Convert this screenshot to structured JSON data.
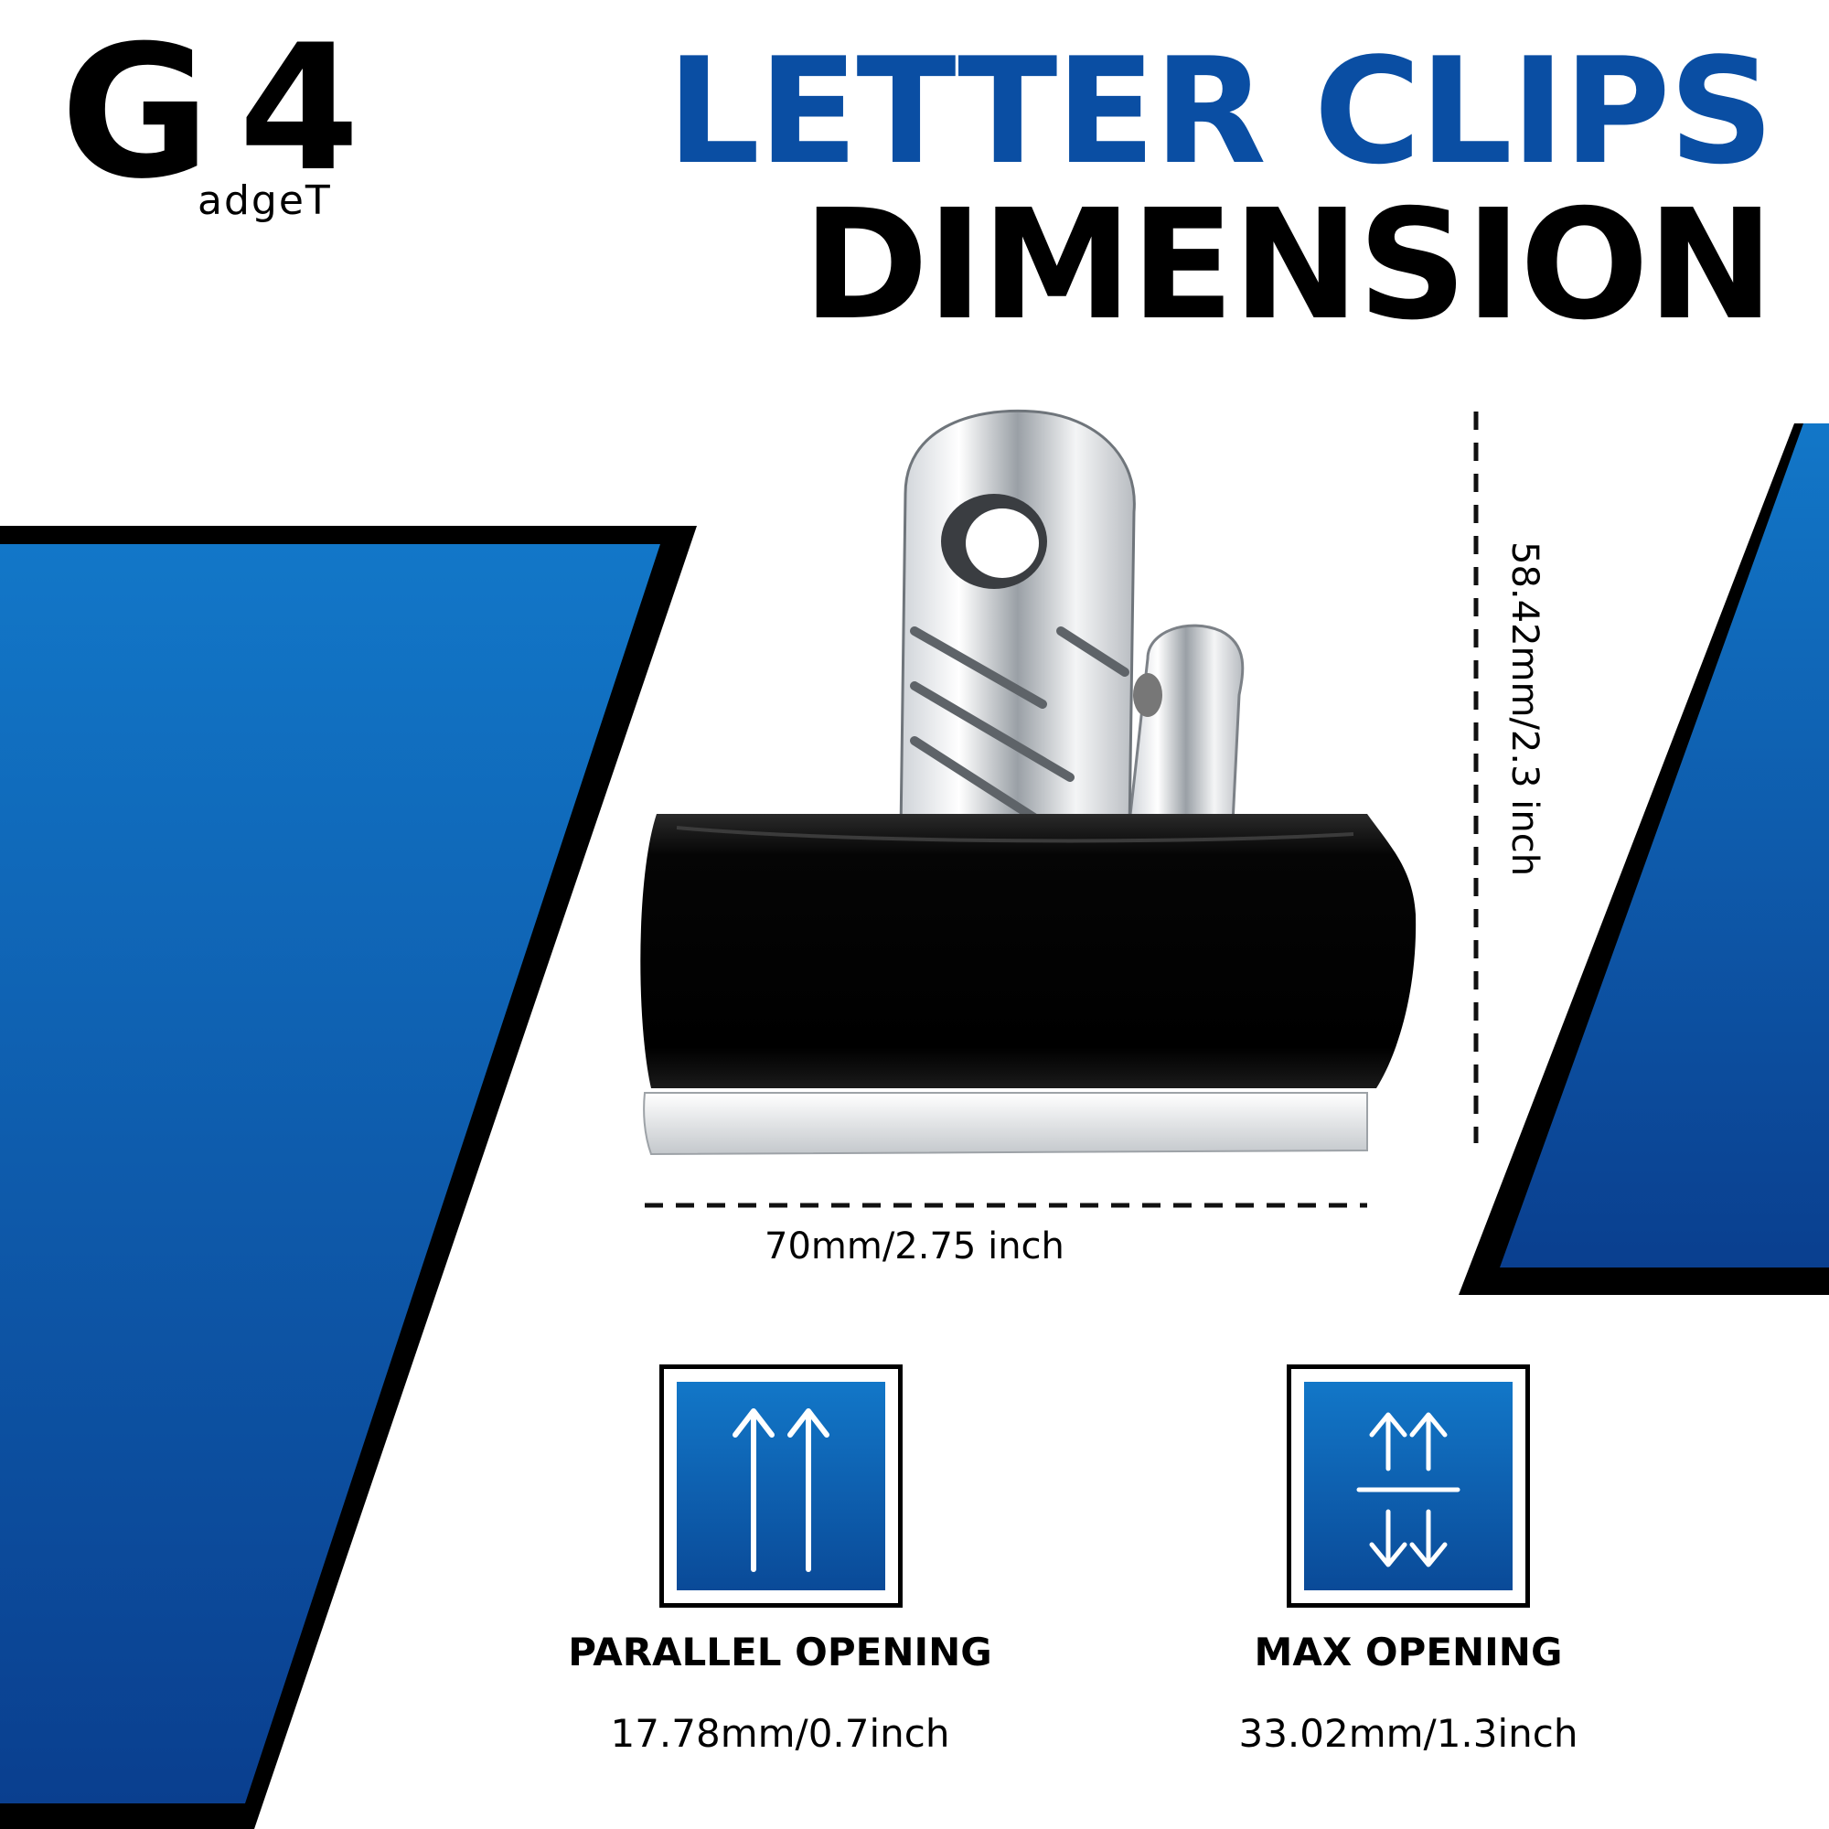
{
  "logo": {
    "main_g": "G",
    "main_4": "4",
    "sub": "adgeT"
  },
  "title": {
    "line1": "LETTER CLIPS",
    "line2": "DIMENSION"
  },
  "dimensions": {
    "width": "70mm/2.75 inch",
    "height": "58.42mm/2.3 inch"
  },
  "features": [
    {
      "label": "PARALLEL OPENING",
      "value": "17.78mm/0.7inch",
      "icon": "parallel-arrows-up-icon"
    },
    {
      "label": "MAX OPENING",
      "value": "33.02mm/1.3inch",
      "icon": "max-opening-arrows-icon"
    }
  ],
  "colors": {
    "accent_blue": "#0a4ea3",
    "panel_blue_top": "#1277c8",
    "panel_blue_bottom": "#0a3f8f",
    "black": "#000000"
  }
}
